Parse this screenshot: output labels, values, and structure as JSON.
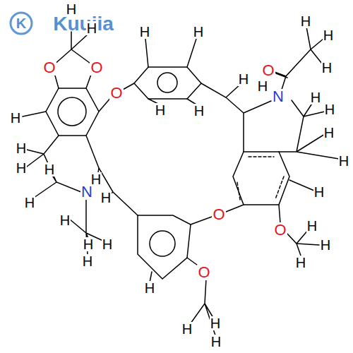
{
  "diagram": {
    "labels": [
      "K",
      "Kuujia",
      "H",
      "H",
      "O",
      "O",
      "H",
      "O",
      "H",
      "H",
      "H",
      "H",
      "H",
      "H",
      "O",
      "N",
      "H",
      "H",
      "H",
      "H",
      "H",
      "H",
      "H",
      "H",
      "O",
      "H",
      "H",
      "H",
      "O",
      "O",
      "H",
      "H",
      "H",
      "H",
      "H",
      "H",
      "H",
      "H",
      "H",
      "N",
      "H",
      "H",
      "H",
      "H",
      "H"
    ]
  }
}
